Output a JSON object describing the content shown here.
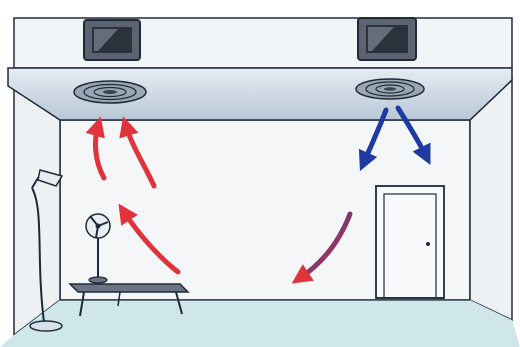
{
  "scene": {
    "colors": {
      "background": "#ffffff",
      "wall": "#f4f6f8",
      "ceiling_duct": "#d4dde8",
      "floor": "#cfe7e9",
      "outline": "#1e2a3a",
      "warm_air": "#e0333b",
      "cool_air": "#1f3aa0"
    },
    "elements": [
      {
        "name": "ceiling-duct",
        "icon": "duct"
      },
      {
        "name": "left-vent-unit",
        "icon": "ac-unit-icon"
      },
      {
        "name": "right-vent-unit",
        "icon": "ac-unit-icon"
      },
      {
        "name": "left-ceiling-diffuser",
        "icon": "round-diffuser-icon"
      },
      {
        "name": "right-ceiling-diffuser",
        "icon": "round-diffuser-icon"
      },
      {
        "name": "floor-lamp",
        "icon": "lamp-icon"
      },
      {
        "name": "table-fan",
        "icon": "fan-icon"
      },
      {
        "name": "side-table",
        "icon": "table-icon"
      },
      {
        "name": "doorway",
        "icon": "door-icon"
      }
    ],
    "airflow": {
      "warm_rising": 3,
      "cool_descending": 3
    }
  }
}
